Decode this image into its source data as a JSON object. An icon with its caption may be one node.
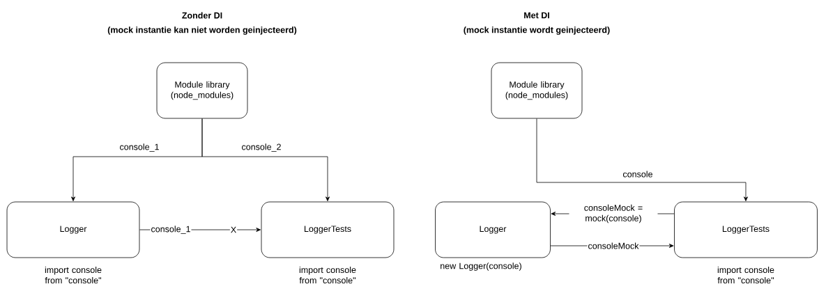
{
  "diagram": {
    "nodes": [
      {
        "text": [
          "Module library (node_modules)"
        ]
      },
      {
        "text": [
          "Logger"
        ],
        "beside": [
          "import console from \"console\""
        ]
      },
      {
        "text": [
          "LoggerTests"
        ],
        "beside": [
          "import console from \"console\""
        ]
      },
      {
        "text": [
          "Module library (node_modules)"
        ]
      },
      {
        "text": [
          "Logger"
        ],
        "beside": [
          "new Logger(console)"
        ]
      },
      {
        "text": [
          "LoggerTests"
        ],
        "beside": [
          "import console from \"console\""
        ]
      }
    ],
    "edges": [
      {
        "from": 0,
        "to": 1,
        "arrow": "to",
        "label": "console_1"
      },
      {
        "from": 0,
        "to": 2,
        "arrow": "to",
        "label": "console_2"
      },
      {
        "from": 1,
        "to": 2,
        "arrow": "to",
        "label": "console_1"
      },
      {
        "from": 3,
        "to": 5,
        "arrow": "to",
        "label": "console"
      },
      {
        "from": 5,
        "to": 4,
        "arrow": "to",
        "label": "consoleMock = mock(console)"
      },
      {
        "from": 4,
        "to": 5,
        "arrow": "to",
        "label": "consoleMock"
      }
    ],
    "labels": [
      "Zonder DI",
      "(mock instantie kan niet worden geinjecteerd)",
      "Met DI",
      "(mock instantie wordt geinjecteerd)",
      "X"
    ]
  }
}
